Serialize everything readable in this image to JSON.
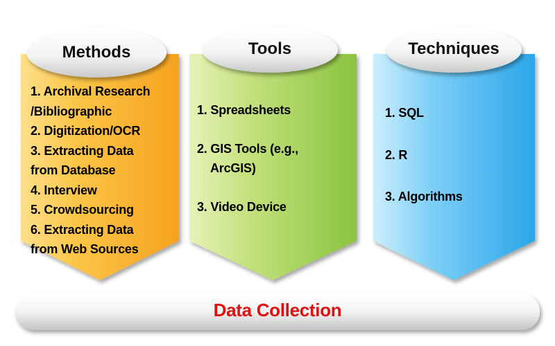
{
  "colors": {
    "methods": "#f9a825",
    "tools": "#8cc63e",
    "techniques": "#29a8ec",
    "footer_text": "#e01010"
  },
  "columns": {
    "methods": {
      "title": "Methods",
      "items": [
        "1. Archival Research",
        "/Bibliographic",
        "2. Digitization/OCR",
        "3. Extracting Data",
        "from Database",
        "4. Interview",
        "5. Crowdsourcing",
        "6. Extracting Data",
        "from Web Sources"
      ]
    },
    "tools": {
      "title": "Tools",
      "items": [
        [
          "1. Spreadsheets"
        ],
        [
          "2. GIS Tools (e.g.,",
          "ArcGIS)"
        ],
        [
          "3. Video Device"
        ]
      ]
    },
    "techniques": {
      "title": "Techniques",
      "items": [
        "1. SQL",
        "2. R",
        "3. Algorithms"
      ]
    }
  },
  "footer": {
    "label": "Data Collection"
  }
}
